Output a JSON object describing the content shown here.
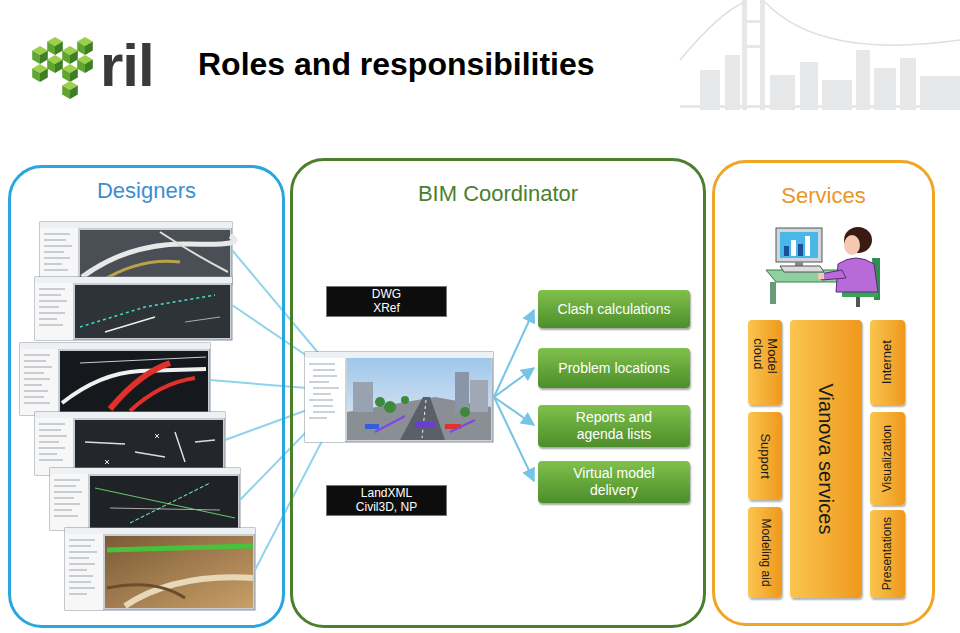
{
  "diagram": {
    "title": "Roles and responsibilities",
    "nodes": [
      {
        "text": [
          "Designers"
        ]
      },
      {
        "text": [
          "BIM Coordinator"
        ]
      },
      {
        "text": [
          "DWG XRef"
        ],
        "in": 1
      },
      {
        "text": [
          "Clash calculations"
        ],
        "in": 1
      },
      {
        "text": [
          "Problem locations"
        ],
        "in": 1
      },
      {
        "text": [
          "Reports and agenda lists"
        ],
        "in": 1
      },
      {
        "text": [
          "LandXML Civil3D, NP"
        ],
        "in": 1
      },
      {
        "text": [
          "Virtual model delivery"
        ],
        "in": 1
      },
      {
        "text": [
          "Services"
        ]
      },
      {
        "text": [
          "Model cloud"
        ],
        "in": 8
      },
      {
        "text": [
          "Support"
        ],
        "in": 8
      },
      {
        "text": [
          "Modeling aid"
        ],
        "in": 8
      },
      {
        "text": [
          "Vianova services"
        ],
        "in": 8
      },
      {
        "text": [
          "Internet"
        ],
        "in": 8
      },
      {
        "text": [
          "Visualization"
        ],
        "in": 8
      },
      {
        "text": [
          "Presentations"
        ],
        "in": 8
      }
    ],
    "labels": [
      "ril"
    ]
  }
}
